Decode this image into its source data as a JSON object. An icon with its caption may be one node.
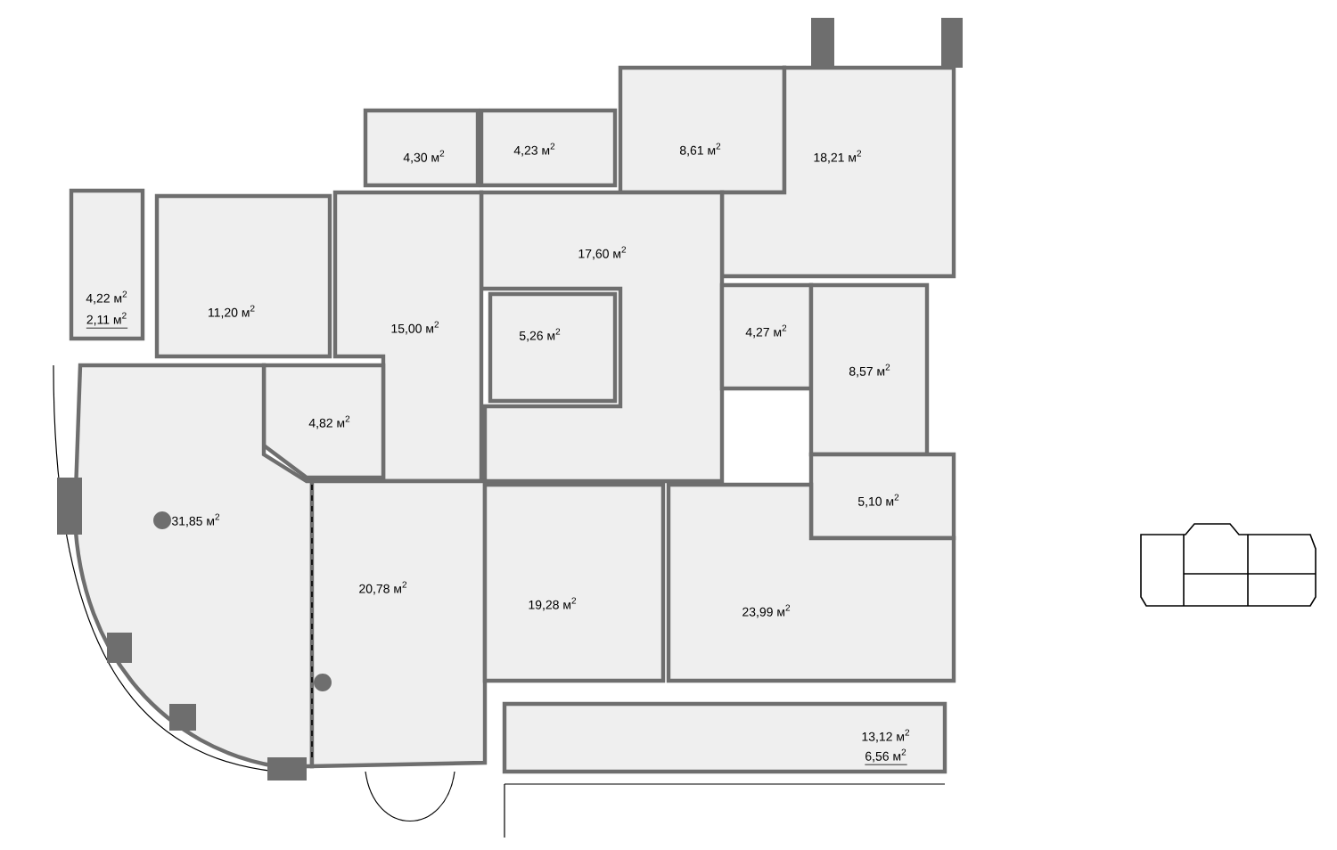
{
  "diagram": {
    "nodes": [
      {
        "text": [
          "4,30 м$^{2}$"
        ]
      },
      {
        "text": [
          "4,23 м$^{2}$"
        ]
      },
      {
        "text": [
          "8,61 м$^{2}$"
        ]
      },
      {
        "text": [
          "18,21 м$^{2}$"
        ]
      },
      {
        "text": [
          "4,22 м$^{2}$",
          "2,11 м$^{2}$"
        ]
      },
      {
        "text": [
          "11,20 м$^{2}$"
        ]
      },
      {
        "text": [
          "17,60 м$^{2}$"
        ]
      },
      {
        "text": [
          "15,00 м$^{2}$"
        ]
      },
      {
        "text": [
          "5,26 м$^{2}$"
        ]
      },
      {
        "text": [
          "4,27 м$^{2}$"
        ]
      },
      {
        "text": [
          "8,57 м$^{2}$"
        ]
      },
      {
        "text": [
          "4,82 м$^{2}$"
        ]
      },
      {
        "text": [
          "31,85 м$^{2}$"
        ]
      },
      {
        "text": [
          "20,78 м$^{2}$"
        ]
      },
      {
        "text": [
          "5,10 м$^{2}$"
        ]
      },
      {
        "text": [
          "19,28 м$^{2}$"
        ]
      },
      {
        "text": [
          "23,99 м$^{2}$"
        ]
      },
      {
        "text": [
          "13,12 м$^{2}$",
          "6,56 м$^{2}$"
        ]
      }
    ]
  }
}
